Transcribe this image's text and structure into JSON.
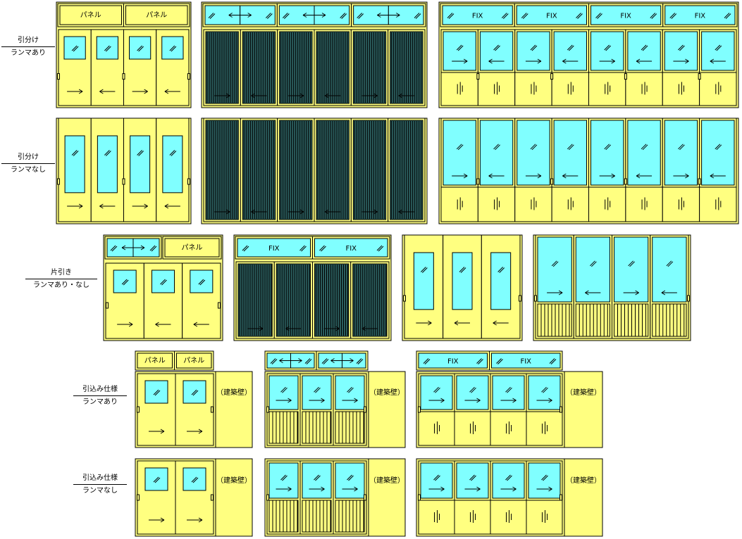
{
  "colors": {
    "frame": "#ffff80",
    "glass": "#80ffff",
    "slat": "#2b5e5e",
    "stroke": "#000000"
  },
  "labels": {
    "panel": "パネル",
    "fix": "FIX",
    "wall": "（建築壁）"
  },
  "rows": [
    {
      "line1": "引分け",
      "line2": "ランマあり"
    },
    {
      "line1": "引分け",
      "line2": "ランマなし"
    },
    {
      "line1": "片引き",
      "line2": "ランマあり・なし"
    },
    {
      "line1": "引込み仕様",
      "line2": "ランマあり"
    },
    {
      "line1": "引込み仕様",
      "line2": "ランマなし"
    }
  ]
}
